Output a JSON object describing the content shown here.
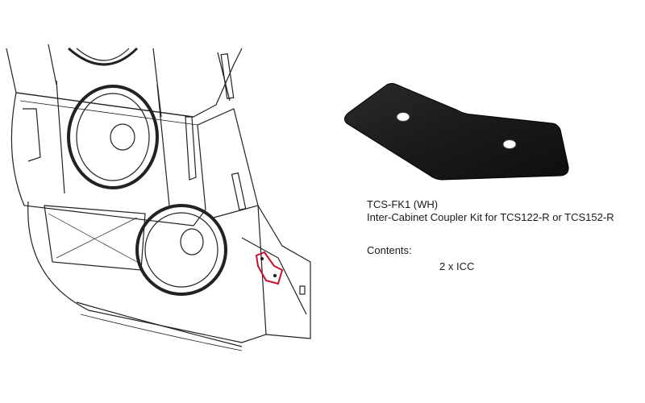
{
  "product": {
    "model": "TCS-FK1 (WH)",
    "description": "Inter-Cabinet Coupler Kit for TCS122-R or TCS152-R"
  },
  "contents": {
    "label": "Contents:",
    "items": [
      "2 x ICC"
    ]
  },
  "illustration": {
    "subject": "line-array speaker cabinets with coupler plate highlighted",
    "highlight_color": "#c8102e"
  },
  "photo": {
    "subject": "black inter-cabinet coupler plate with two holes",
    "plate_color": "#1c1c1c"
  }
}
